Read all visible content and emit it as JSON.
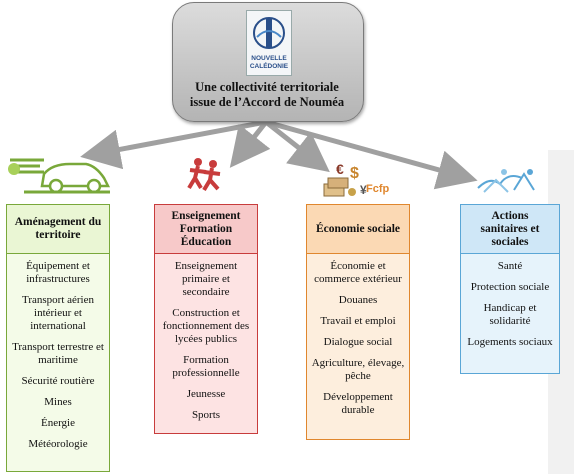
{
  "header": {
    "logo_text_1": "NOUVELLE",
    "logo_text_2": "CALÉDONIE",
    "title_line1": "Une collectivité territoriale",
    "title_line2": "issue de l’Accord de Nouméa"
  },
  "icons": {
    "col1": "car-icon",
    "col2": "people-icon",
    "col3": "money-icon",
    "col4": "birds-icon"
  },
  "colors": {
    "col1": "#79a83a",
    "col2": "#c83c3c",
    "col3": "#e0872e",
    "col4": "#5aa6d6",
    "arrow": "#a0a0a0"
  },
  "columns": [
    {
      "heading_lines": [
        "Aménagement du",
        "territoire"
      ],
      "items": [
        "Équipement et infrastructures",
        "Transport aérien intérieur et international",
        "Transport terrestre et maritime",
        "Sécurité routière",
        "Mines",
        "Énergie",
        "Météorologie"
      ]
    },
    {
      "heading_lines": [
        "Enseignement",
        "Formation",
        "Éducation"
      ],
      "items": [
        "Enseignement primaire et secondaire",
        "Construction et fonctionnement des lycées publics",
        "Formation professionnelle",
        "Jeunesse",
        "Sports"
      ]
    },
    {
      "heading_lines": [
        "Économie sociale"
      ],
      "badge": "Fcfp",
      "items": [
        "Économie et commerce extérieur",
        "Douanes",
        "Travail et emploi",
        "Dialogue social",
        "Agriculture, élevage, pêche",
        "Développement durable"
      ]
    },
    {
      "heading_lines": [
        "Actions",
        "sanitaires et",
        "sociales"
      ],
      "items": [
        "Santé",
        "Protection sociale",
        "Handicap et solidarité",
        "Logements sociaux"
      ]
    }
  ]
}
